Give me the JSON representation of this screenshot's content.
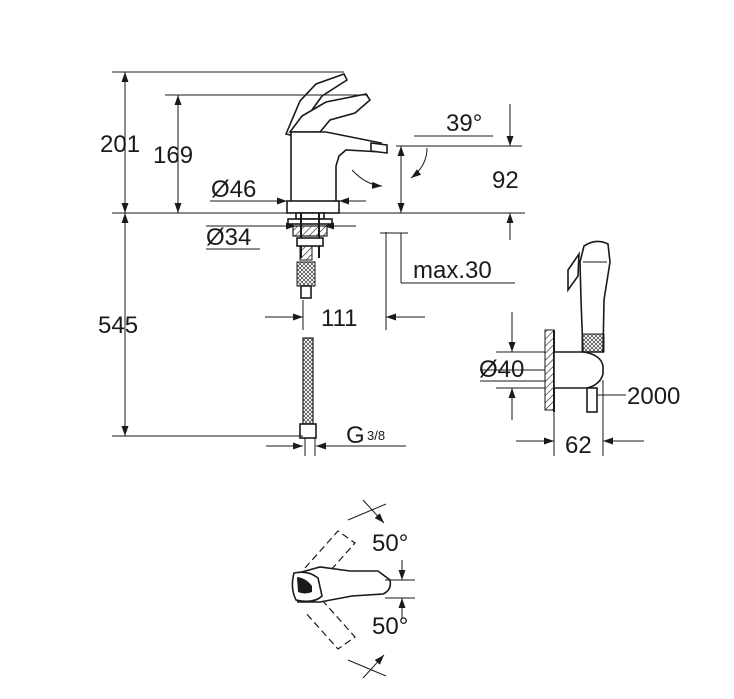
{
  "dimensions": {
    "total_height": "201",
    "spout_height": "169",
    "angle": "39°",
    "spout_clearance": "92",
    "flange_diameter": "Ø46",
    "hole_diameter": "Ø34",
    "max_thickness": "max.30",
    "projection": "111",
    "hose_length": "545",
    "connection_thread": "G",
    "connection_fraction": "3/8",
    "holder_diameter": "Ø40",
    "shower_hose_length": "2000",
    "holder_depth": "62",
    "swivel_angle_top": "50°",
    "swivel_angle_bottom": "50°"
  },
  "colors": {
    "line": "#1a1a1a",
    "background": "#ffffff"
  }
}
